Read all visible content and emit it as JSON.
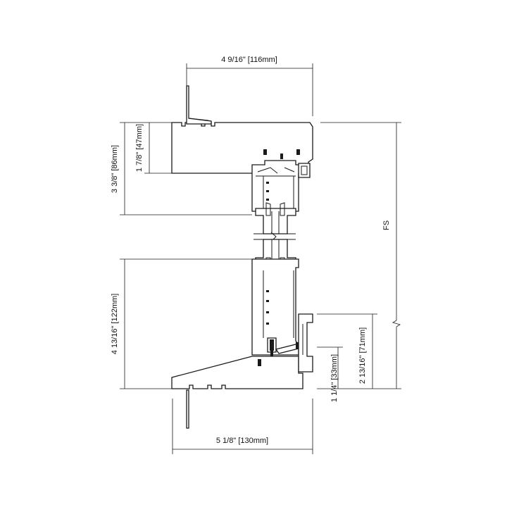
{
  "dimensions": {
    "head_depth": "4 9/16\" [116mm]",
    "head_height_total": "3 3/8\" [86mm]",
    "head_height_inner": "1 7/8\" [47mm]",
    "sill_height_total": "4 13/16\" [122mm]",
    "sill_depth": "5 1/8\" [130mm]",
    "sill_step": "1 1/4\" [33mm]",
    "sill_nose": "2 13/16\" [71mm]",
    "frame_size": "FS"
  }
}
